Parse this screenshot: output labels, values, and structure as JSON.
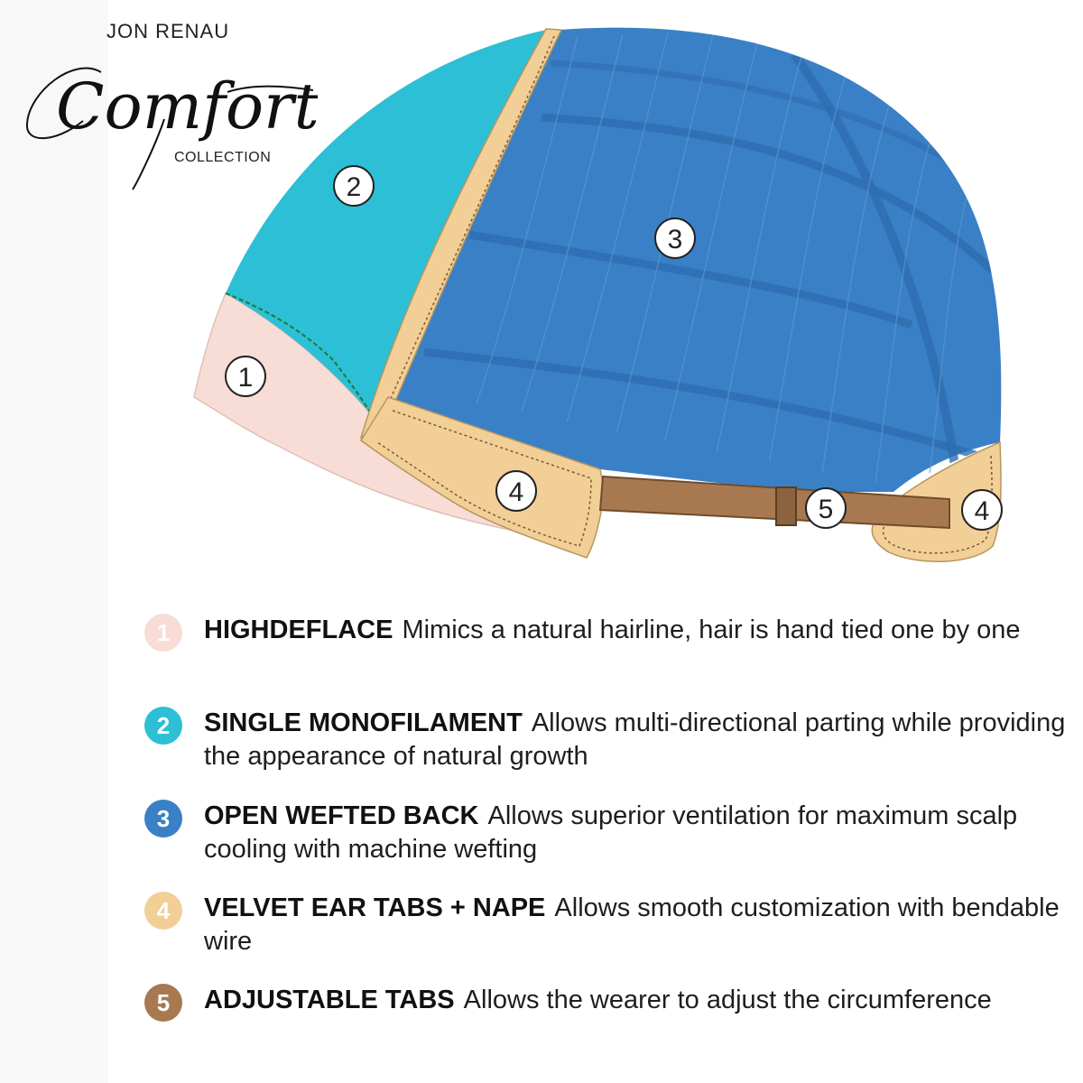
{
  "brand": {
    "company": "JON RENAU",
    "script_word": "Comfort",
    "collection": "COLLECTION"
  },
  "diagram": {
    "markers": [
      "1",
      "2",
      "3",
      "4",
      "5",
      "4"
    ],
    "colors": {
      "highdeflace": "#f7ddd6",
      "monofilament": "#2dbfd5",
      "wefted_back": "#3a80c6",
      "velvet_tabs": "#f1cf97",
      "adjustable_tab": "#a87950"
    }
  },
  "legend": [
    {
      "number": "1",
      "title": "HIGHDEFLACE",
      "description": "Mimics a natural hairline, hair is hand tied one by one",
      "color": "#f7ddd6"
    },
    {
      "number": "2",
      "title": "SINGLE MONOFILAMENT",
      "description": "Allows multi-directional parting while providing the appearance of natural growth",
      "color": "#2dbfd5"
    },
    {
      "number": "3",
      "title": "OPEN WEFTED BACK",
      "description": "Allows superior ventilation for maximum scalp cooling  with machine wefting",
      "color": "#3a80c6"
    },
    {
      "number": "4",
      "title": "VELVET EAR TABS + NAPE",
      "description": "Allows smooth customization with bendable wire",
      "color": "#f1cf97"
    },
    {
      "number": "5",
      "title": "ADJUSTABLE TABS",
      "description": "Allows the wearer to adjust the circumference",
      "color": "#a87950"
    }
  ]
}
